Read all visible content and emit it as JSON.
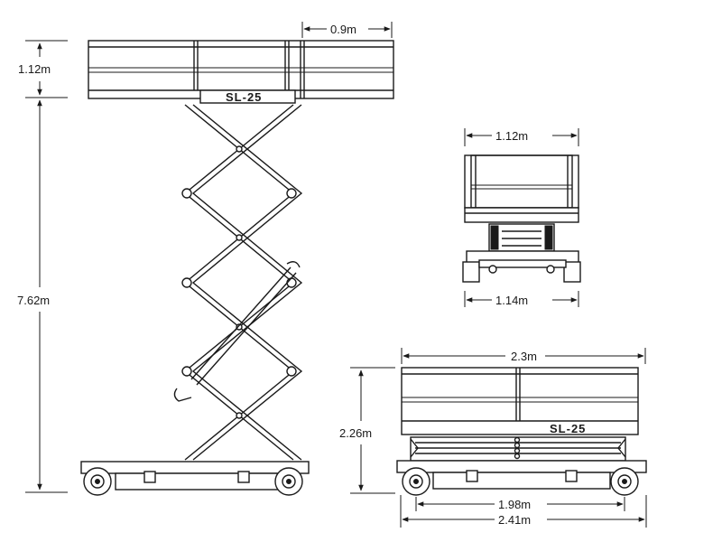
{
  "model_name": "SL-25",
  "side_view": {
    "guardrail_height": "1.12m",
    "platform_extension": "0.9m",
    "working_height": "7.62m"
  },
  "end_view": {
    "platform_width": "1.12m",
    "base_width": "1.14m"
  },
  "stowed_view": {
    "platform_length": "2.3m",
    "stowed_height": "2.26m",
    "wheelbase": "1.98m",
    "overall_length": "2.41m"
  },
  "colors": {
    "line": "#1a1a1a",
    "background": "#ffffff"
  }
}
